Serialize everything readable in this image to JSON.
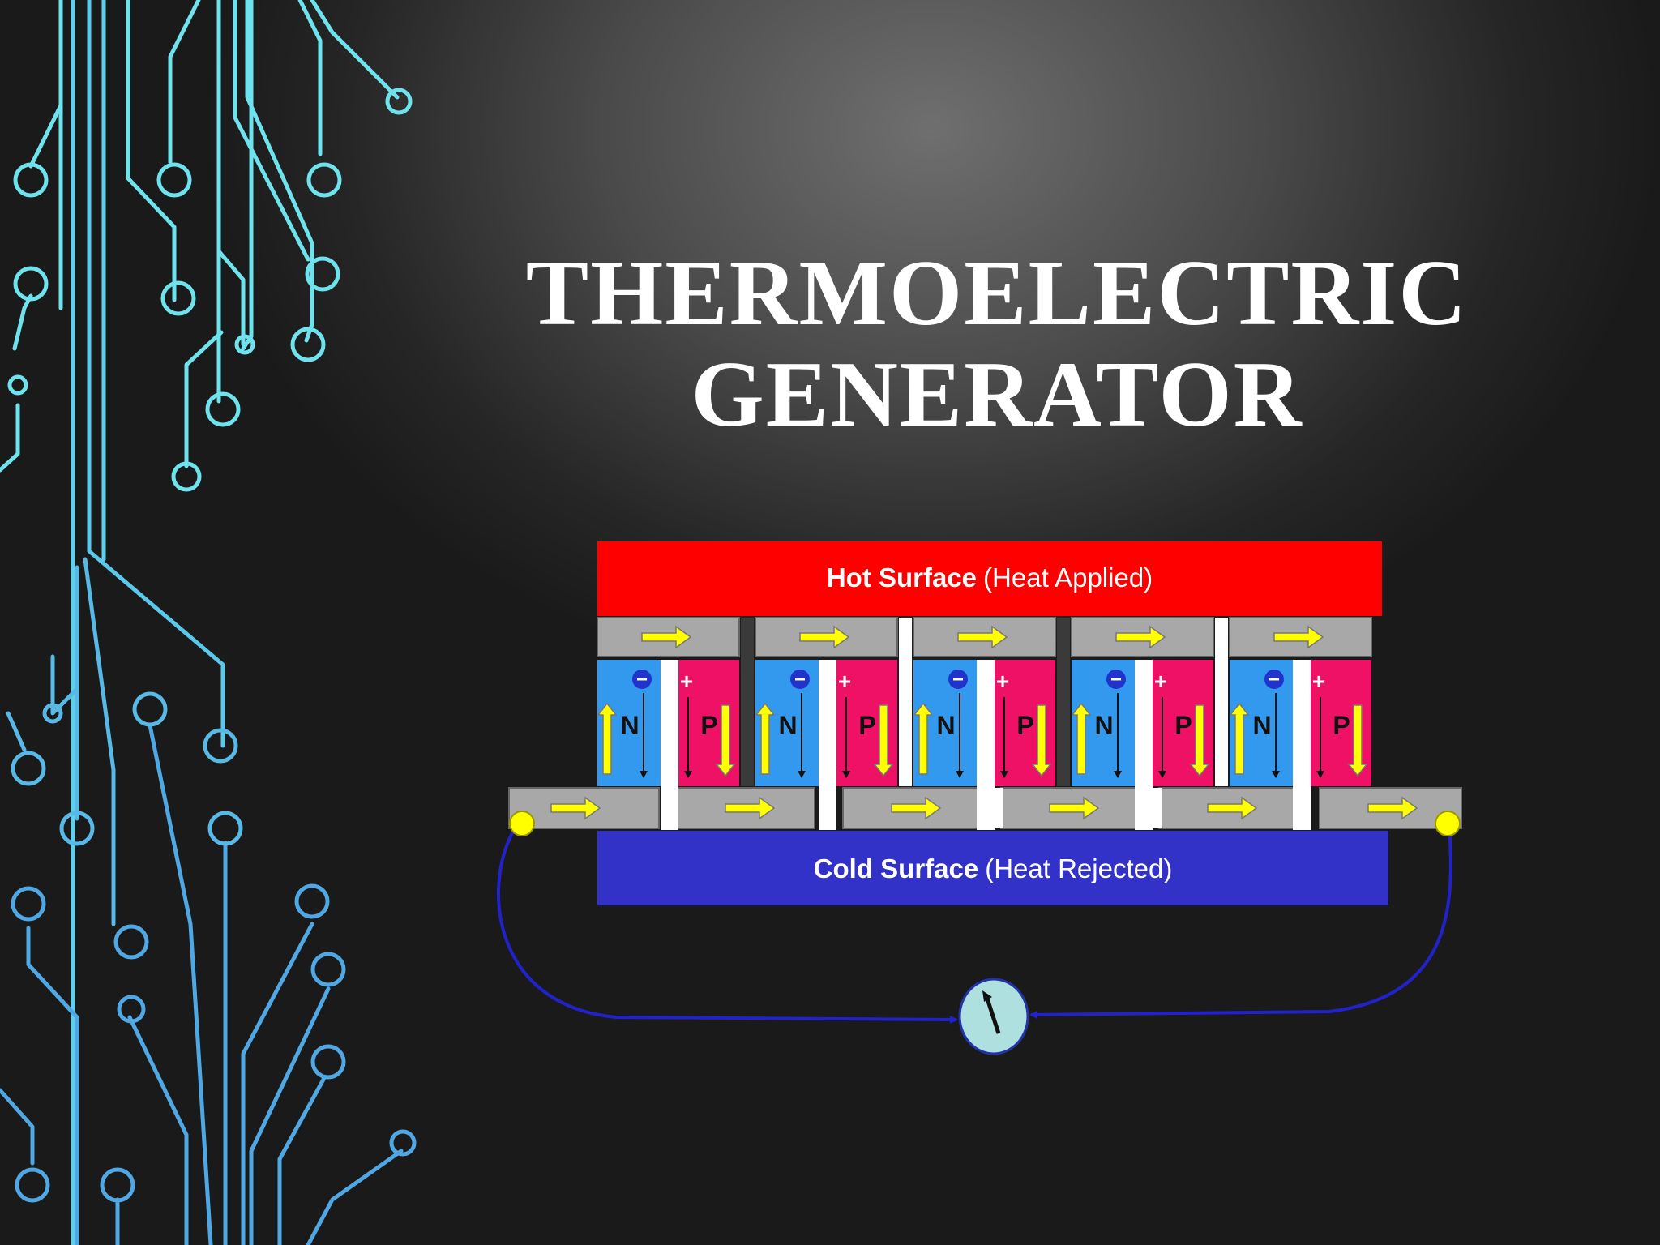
{
  "slide": {
    "title_line1": "THERMOELECTRIC",
    "title_line2": "GENERATOR"
  },
  "diagram": {
    "hot_label_bold": "Hot Surface",
    "hot_label_rest": "(Heat Applied)",
    "cold_label_bold": "Cold Surface",
    "cold_label_rest": "(Heat Rejected)",
    "n_label": "N",
    "p_label": "P",
    "n_sign": "−",
    "p_sign": "+",
    "pair_count": 5,
    "colors": {
      "hot_surface": "#ff0000",
      "cold_surface": "#3232c8",
      "n_type": "#3399ee",
      "p_type": "#ee1166",
      "conductor": "#a8a8a8",
      "arrow": "#ffff00",
      "wire": "#2222cc",
      "meter": "#aee0e0",
      "circuit_trace": "#6ee8f0"
    }
  }
}
